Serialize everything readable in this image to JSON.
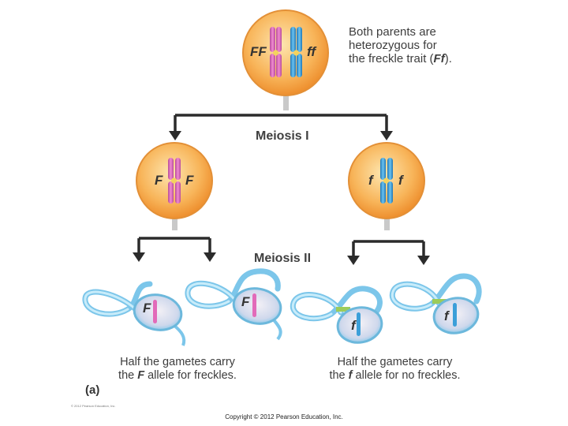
{
  "parent_note": {
    "line1": "Both parents are",
    "line2": "heterozygous for",
    "line3_prefix": "the freckle trait (",
    "line3_genotype": "Ff",
    "line3_suffix": ")."
  },
  "stages": {
    "meiosis1": "Meiosis I",
    "meiosis2": "Meiosis II"
  },
  "alleles": {
    "parent_left": "FF",
    "parent_right": "ff",
    "cell_left_a": "F",
    "cell_left_b": "F",
    "cell_right_a": "f",
    "cell_right_b": "f",
    "sperm1": "F",
    "sperm2": "F",
    "sperm3": "f",
    "sperm4": "f"
  },
  "captions": {
    "left_line1": "Half the gametes carry",
    "left_line2_prefix": "the ",
    "left_allele": "F",
    "left_line2_suffix": " allele for freckles.",
    "right_line1": "Half the gametes carry",
    "right_line2_prefix": "the ",
    "right_allele": "f",
    "right_line2_suffix": " allele for no freckles."
  },
  "figure_label": "(a)",
  "small_credit": "© 2012 Pearson Education, Inc.",
  "copyright": "Copyright © 2012 Pearson Education, Inc.",
  "colors": {
    "cell_fill": "#f6a94a",
    "cell_center": "#fde2a6",
    "pink_chromosome": "#d966b8",
    "blue_chromosome": "#3c9fd9",
    "arrow": "#2b2b2b",
    "sperm_body": "#a9dcf3"
  }
}
